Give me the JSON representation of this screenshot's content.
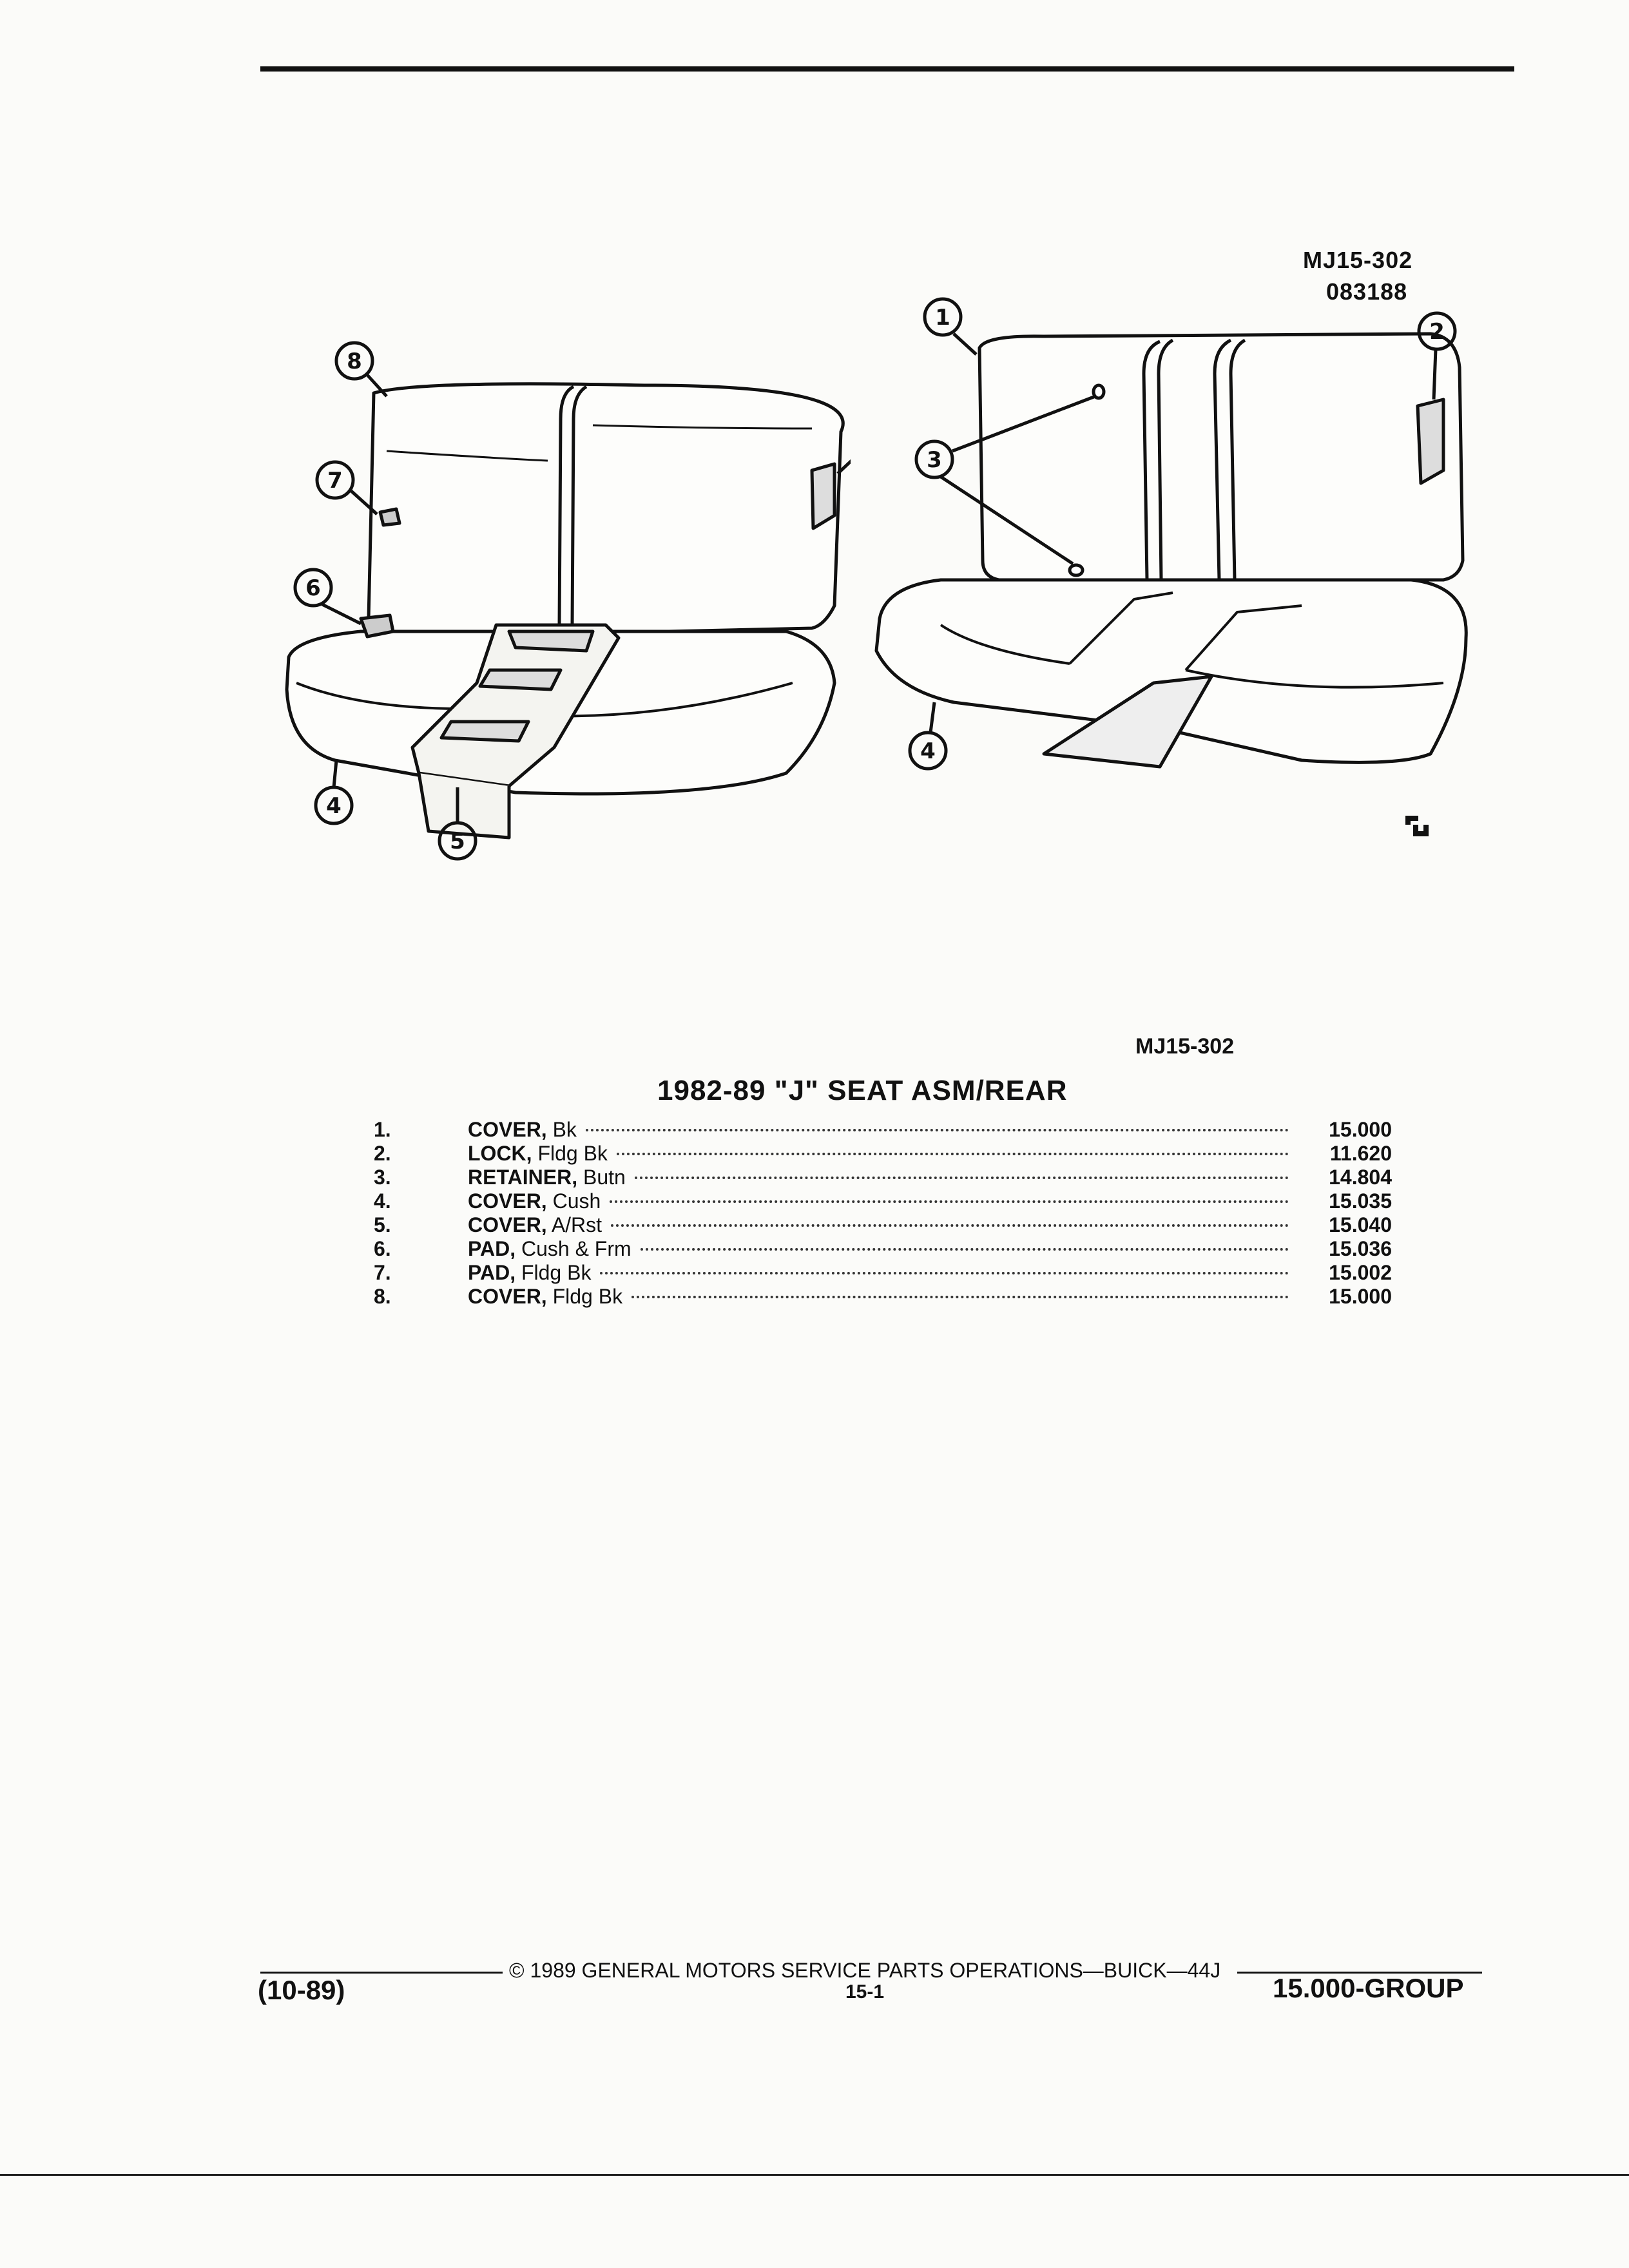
{
  "header": {
    "illustration_code": "MJ15-302",
    "illustration_date": "083188"
  },
  "illustration": {
    "left_view_callouts": [
      "8",
      "7",
      "6",
      "4",
      "5",
      "2"
    ],
    "right_view_callouts": [
      "1",
      "3",
      "2",
      "4"
    ]
  },
  "section": {
    "code": "MJ15-302",
    "title": "1982-89 \"J\" SEAT ASM/REAR"
  },
  "parts": [
    {
      "num": "1.",
      "name": "COVER,",
      "desc": "Bk",
      "ref": "15.000"
    },
    {
      "num": "2.",
      "name": "LOCK,",
      "desc": "Fldg Bk",
      "ref": "11.620"
    },
    {
      "num": "3.",
      "name": "RETAINER,",
      "desc": "Butn",
      "ref": "14.804"
    },
    {
      "num": "4.",
      "name": "COVER,",
      "desc": "Cush",
      "ref": "15.035"
    },
    {
      "num": "5.",
      "name": "COVER,",
      "desc": "A/Rst",
      "ref": "15.040"
    },
    {
      "num": "6.",
      "name": "PAD,",
      "desc": "Cush & Frm",
      "ref": "15.036"
    },
    {
      "num": "7.",
      "name": "PAD,",
      "desc": "Fldg Bk",
      "ref": "15.002"
    },
    {
      "num": "8.",
      "name": "COVER,",
      "desc": "Fldg Bk",
      "ref": "15.000"
    }
  ],
  "footer": {
    "copyright": "© 1989 GENERAL MOTORS SERVICE PARTS OPERATIONS—BUICK—44J",
    "date": "(10-89)",
    "page": "15-1",
    "group": "15.000-GROUP"
  }
}
